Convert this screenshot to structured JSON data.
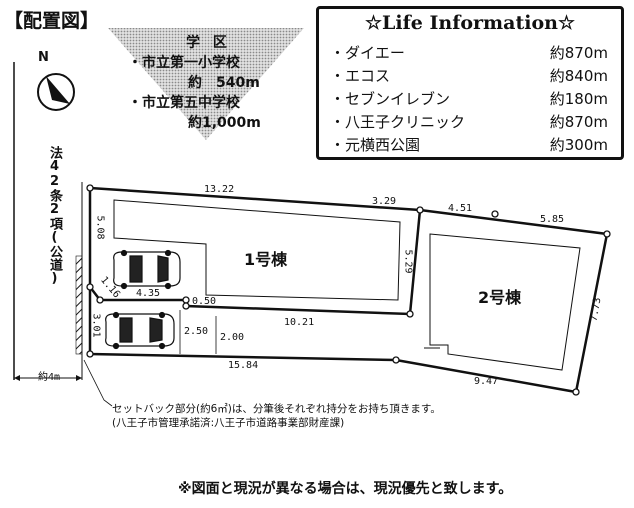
{
  "title": "【配置図】",
  "school": {
    "header": "学 区",
    "elementary_name": "・市立第一小学校",
    "elementary_dist": "約　540m",
    "junior_name": "・市立第五中学校",
    "junior_dist": "約1,000m"
  },
  "compass": {
    "label": "N"
  },
  "life": {
    "title": "☆Life Information☆",
    "items": [
      {
        "name": "・ダイエー",
        "distance": "約870m"
      },
      {
        "name": "・エコス",
        "distance": "約840m"
      },
      {
        "name": "・セブンイレブン",
        "distance": "約180m"
      },
      {
        "name": "・八王子クリニック",
        "distance": "約870m"
      },
      {
        "name": "・元横西公園",
        "distance": "約300m"
      }
    ]
  },
  "road": {
    "label": "法42条2項(公道)",
    "width": "約4m"
  },
  "buildings": {
    "house1": "1号棟",
    "house2": "2号棟"
  },
  "dimensions": {
    "d1": "13.22",
    "d2": "3.29",
    "d3": "4.51",
    "d4": "5.85",
    "d5": "5.08",
    "d6": "5.29",
    "d7": "7.73",
    "d8": "1.16",
    "d9": "4.35",
    "d10": "0.50",
    "d11": "10.21",
    "d12": "3.01",
    "d13": "2.50",
    "d14": "2.00",
    "d15": "15.84",
    "d16": "9.47"
  },
  "notes": {
    "setback": "セットバック部分(約6㎡)は、分筆後それぞれ持分をお持ち頂きます。",
    "setback_sub": "(八王子市管理承諾済:八王子市道路事業部財産課)",
    "disclaimer": "※図面と現況が異なる場合は、現況優先と致します。"
  },
  "colors": {
    "line": "#111111",
    "triangle": "#bbbbbb"
  }
}
